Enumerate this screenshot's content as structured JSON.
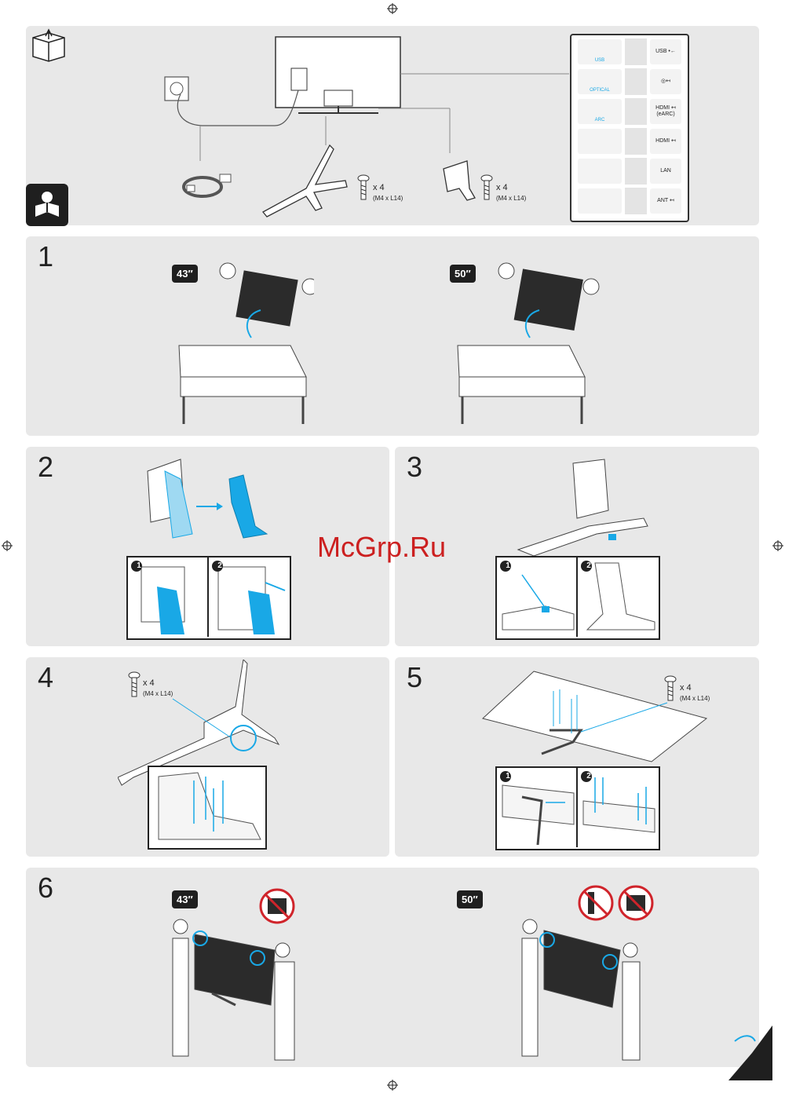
{
  "watermark": "McGrp.Ru",
  "steps": [
    "1",
    "2",
    "3",
    "4",
    "5",
    "6"
  ],
  "sizes": {
    "small": "43″",
    "large": "50″"
  },
  "screws": {
    "qty": "x 4",
    "spec": "(M4 x L14)"
  },
  "ports": [
    {
      "left_label": "USB",
      "right_label": "USB •←",
      "icon": "usb-icon"
    },
    {
      "left_label": "OPTICAL",
      "right_label": "◎↤",
      "icon": "optical-icon"
    },
    {
      "left_label": "ARC",
      "right_label": "HDMI ↤ (eARC)",
      "icon": "arc-icon"
    },
    {
      "left_label": "",
      "right_label": "HDMI ↤",
      "icon": "hdmi-device-icon"
    },
    {
      "left_label": "",
      "right_label": "LAN",
      "icon": "lan-icon"
    },
    {
      "left_label": "",
      "right_label": "ANT ↤",
      "icon": "antenna-icon"
    }
  ],
  "substeps": [
    "1",
    "2"
  ],
  "colors": {
    "accent": "#19a8e6",
    "panel": "#e8e8e8",
    "dark": "#1f1f1f",
    "warn": "#d0242b"
  }
}
